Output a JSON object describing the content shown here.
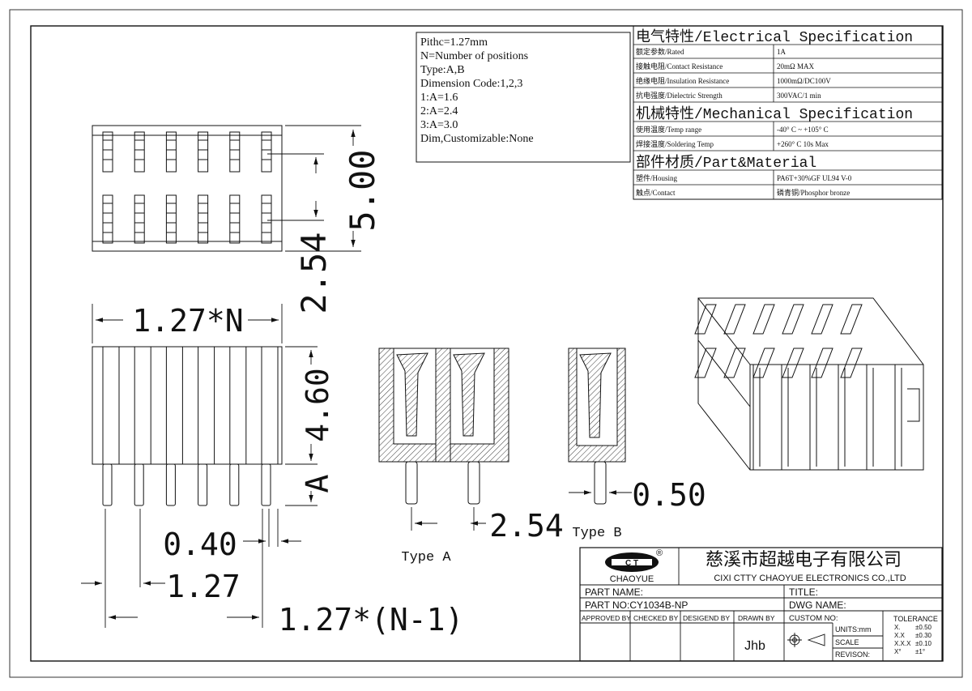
{
  "notes": {
    "lines": [
      "Pithc=1.27mm",
      "N=Number of positions",
      "Type:A,B",
      "Dimension Code:1,2,3",
      "1:A=1.6",
      "2:A=2.4",
      "3:A=3.0",
      "Dim,Customizable:None"
    ]
  },
  "spec": {
    "electrical_title": "电气特性/Electrical Specification",
    "electrical": [
      {
        "label": "额定参数/Rated",
        "value": "1A"
      },
      {
        "label": "接触电阻/Contact Resistance",
        "value": "20mΩ MAX"
      },
      {
        "label": "绝缘电阻/Insulation Resistance",
        "value": "1000mΩ/DC100V"
      },
      {
        "label": "抗电强度/Dielectric Strength",
        "value": "300VAC/1 min"
      }
    ],
    "mechanical_title": "机械特性/Mechanical Specification",
    "mechanical": [
      {
        "label": "使用温度/Temp range",
        "value": "-40° C ~ +105° C"
      },
      {
        "label": "焊接温度/Soldering Temp",
        "value": "+260° C  10s Max"
      }
    ],
    "material_title": "部件材质/Part&Material",
    "material": [
      {
        "label": "塑件/Housing",
        "value": "PA6T+30%GF  UL94  V-0"
      },
      {
        "label": "触点/Contact",
        "value": "磷青铜/Phosphor bronze"
      }
    ]
  },
  "dims": {
    "top_height": "5.00",
    "row_pitch": "2.54",
    "width": "1.27*N",
    "body_height": "4.60",
    "pin_length": "A",
    "pin_width": "0.40",
    "pitch": "1.27",
    "span": "1.27*(N-1)",
    "type_a_pitch": "2.54",
    "type_b_pin": "0.50"
  },
  "views": {
    "type_a": "Type A",
    "type_b": "Type B"
  },
  "title_block": {
    "logo": "CHAOYUE",
    "registered": "®",
    "company_cn": "慈溪市超越电子有限公司",
    "company_en": "CIXI CTTY CHAOYUE ELECTRONICS CO.,LTD",
    "part_name": "PART NAME:",
    "title": "TITLE:",
    "part_no": "PART NO:CY1034B-NP",
    "dwg_name": "DWG NAME:",
    "approved_by": "APPROVED BY",
    "checked_by": "CHECKED BY",
    "designed_by": "DESIGEND BY",
    "drawn_by": "DRAWN BY",
    "drawn_name": "Jhb",
    "custom_no": "CUSTOM NO:",
    "units": "UNITS:mm",
    "scale": "SCALE",
    "revison": "REVISON:",
    "tolerance_title": "TOLERANCE",
    "tolerance": [
      {
        "k": "X.",
        "v": "±0.50"
      },
      {
        "k": "X.X",
        "v": "±0.30"
      },
      {
        "k": "X.X.X",
        "v": "±0.10"
      },
      {
        "k": "X°",
        "v": "±1°"
      }
    ]
  }
}
